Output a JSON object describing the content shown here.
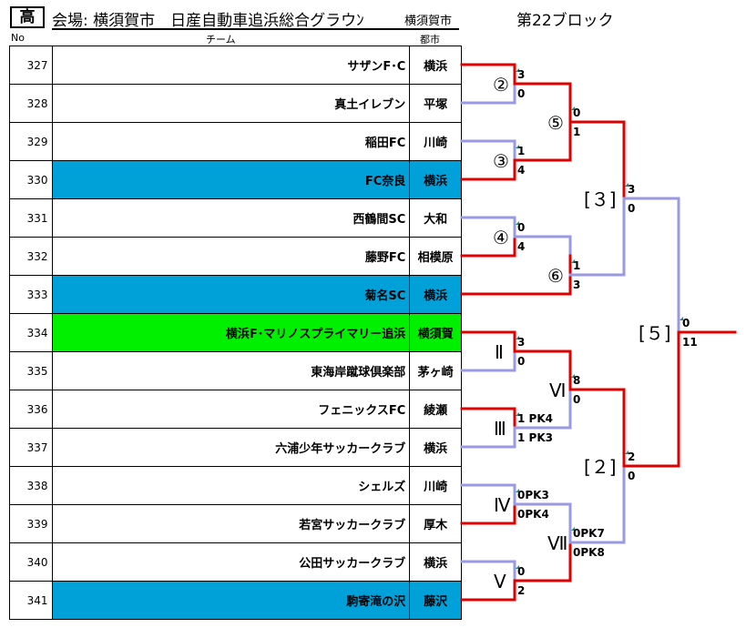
{
  "header": {
    "grade": "高",
    "venue": "会場: 横須賀市　日産自動車追浜総合グラウﾝ",
    "venue_city": "横須賀市",
    "block": "第22ブロック"
  },
  "columns": {
    "no": "No",
    "team": "チーム",
    "city": "都市"
  },
  "colors": {
    "highlight_blue": "#00a0d8",
    "highlight_green": "#00f000",
    "winner_line": "#e00000",
    "loser_line": "#9999e6"
  },
  "teams": [
    {
      "no": "327",
      "name": "サザンF･C",
      "city": "横浜",
      "highlight": "none"
    },
    {
      "no": "328",
      "name": "真土イレブン",
      "city": "平塚",
      "highlight": "none"
    },
    {
      "no": "329",
      "name": "稲田FC",
      "city": "川崎",
      "highlight": "none"
    },
    {
      "no": "330",
      "name": "FC奈良",
      "city": "横浜",
      "highlight": "blue"
    },
    {
      "no": "331",
      "name": "西鶴間SC",
      "city": "大和",
      "highlight": "none"
    },
    {
      "no": "332",
      "name": "藤野FC",
      "city": "相模原",
      "highlight": "none"
    },
    {
      "no": "333",
      "name": "菊名SC",
      "city": "横浜",
      "highlight": "blue"
    },
    {
      "no": "334",
      "name": "横浜F･マリノスプライマリー追浜",
      "city": "横須賀",
      "highlight": "green"
    },
    {
      "no": "335",
      "name": "東海岸蹴球倶楽部",
      "city": "茅ヶ崎",
      "highlight": "none"
    },
    {
      "no": "336",
      "name": "フェニックスFC",
      "city": "綾瀬",
      "highlight": "none"
    },
    {
      "no": "337",
      "name": "六浦少年サッカークラブ",
      "city": "横浜",
      "highlight": "none"
    },
    {
      "no": "338",
      "name": "シェルズ",
      "city": "川崎",
      "highlight": "none"
    },
    {
      "no": "339",
      "name": "若宮サッカークラブ",
      "city": "厚木",
      "highlight": "none"
    },
    {
      "no": "340",
      "name": "公田サッカークラブ",
      "city": "横浜",
      "highlight": "none"
    },
    {
      "no": "341",
      "name": "駒寄滝の沢",
      "city": "藤沢",
      "highlight": "blue"
    }
  ],
  "matches": [
    {
      "label": "②",
      "score_top": "3",
      "score_bottom": "0"
    },
    {
      "label": "③",
      "score_top": "1",
      "score_bottom": "4"
    },
    {
      "label": "④",
      "score_top": "0",
      "score_bottom": "4"
    },
    {
      "label": "⑤",
      "score_top": "0",
      "score_bottom": "1"
    },
    {
      "label": "⑥",
      "score_top": "1",
      "score_bottom": "3"
    },
    {
      "label": "[３]",
      "score_top": "3",
      "score_bottom": "0"
    },
    {
      "label": "Ⅱ",
      "score_top": "3",
      "score_bottom": "0"
    },
    {
      "label": "Ⅲ",
      "score_top": "1 PK4",
      "score_bottom": "1 PK3"
    },
    {
      "label": "Ⅳ",
      "score_top": "0PK3",
      "score_bottom": "0PK4"
    },
    {
      "label": "Ⅴ",
      "score_top": "0",
      "score_bottom": "2"
    },
    {
      "label": "Ⅵ",
      "score_top": "8",
      "score_bottom": "0"
    },
    {
      "label": "Ⅶ",
      "score_top": "0PK7",
      "score_bottom": "0PK8"
    },
    {
      "label": "[２]",
      "score_top": "2",
      "score_bottom": "0"
    },
    {
      "label": "[５]",
      "score_top": "0",
      "score_bottom": "11"
    }
  ]
}
